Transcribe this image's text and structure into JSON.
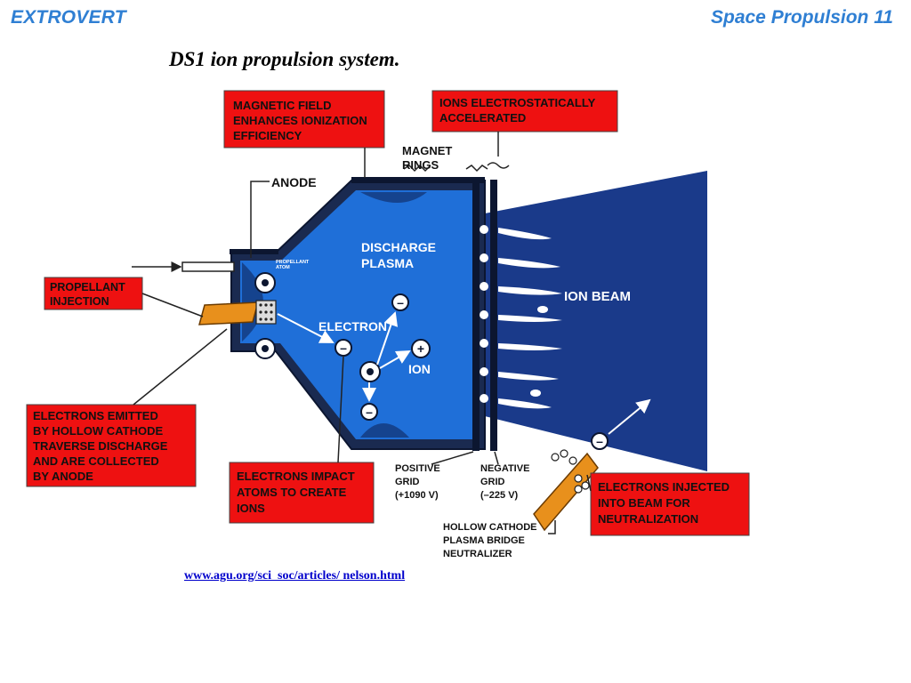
{
  "header": {
    "left": "EXTROVERT",
    "right": "Space Propulsion 11"
  },
  "title": "DS1 ion propulsion system.",
  "diagram": {
    "callouts": {
      "magnetic": [
        "MAGNETIC FIELD",
        "ENHANCES IONIZATION",
        "EFFICIENCY"
      ],
      "ions_accel": [
        "IONS ELECTROSTATICALLY",
        "ACCELERATED"
      ],
      "propellant": [
        "PROPELLANT",
        "INJECTION"
      ],
      "electrons_emitted": [
        "ELECTRONS EMITTED",
        "BY HOLLOW CATHODE",
        "TRAVERSE DISCHARGE",
        "AND ARE COLLECTED",
        "BY ANODE"
      ],
      "electrons_impact": [
        "ELECTRONS IMPACT",
        "ATOMS TO CREATE",
        "IONS"
      ],
      "electrons_injected": [
        "ELECTRONS INJECTED",
        "INTO BEAM FOR",
        "NEUTRALIZATION"
      ]
    },
    "labels": {
      "anode": "ANODE",
      "magnet_rings": [
        "MAGNET",
        "RINGS"
      ],
      "discharge_plasma": [
        "DISCHARGE",
        "PLASMA"
      ],
      "propellant_atom": [
        "PROPELLANT",
        "ATOM"
      ],
      "electron": "ELECTRON",
      "ion": "ION",
      "ion_beam": "ION BEAM",
      "positive_grid": [
        "POSITIVE",
        "GRID",
        "(+1090 V)"
      ],
      "negative_grid": [
        "NEGATIVE",
        "GRID",
        "(–225 V)"
      ],
      "neutralizer": [
        "HOLLOW CATHODE",
        "PLASMA BRIDGE",
        "NEUTRALIZER"
      ]
    },
    "symbols": {
      "minus": "–",
      "plus": "+"
    }
  },
  "source_link": "www.agu.org/sci_soc/articles/ nelson.html",
  "colors": {
    "header": "#2f7fd3",
    "callout_fill": "#ee1111",
    "plasma": "#1f6fd8",
    "beam": "#1a3a8a",
    "chamber_wall": "#1a2a50",
    "cathode": "#e8901c"
  }
}
